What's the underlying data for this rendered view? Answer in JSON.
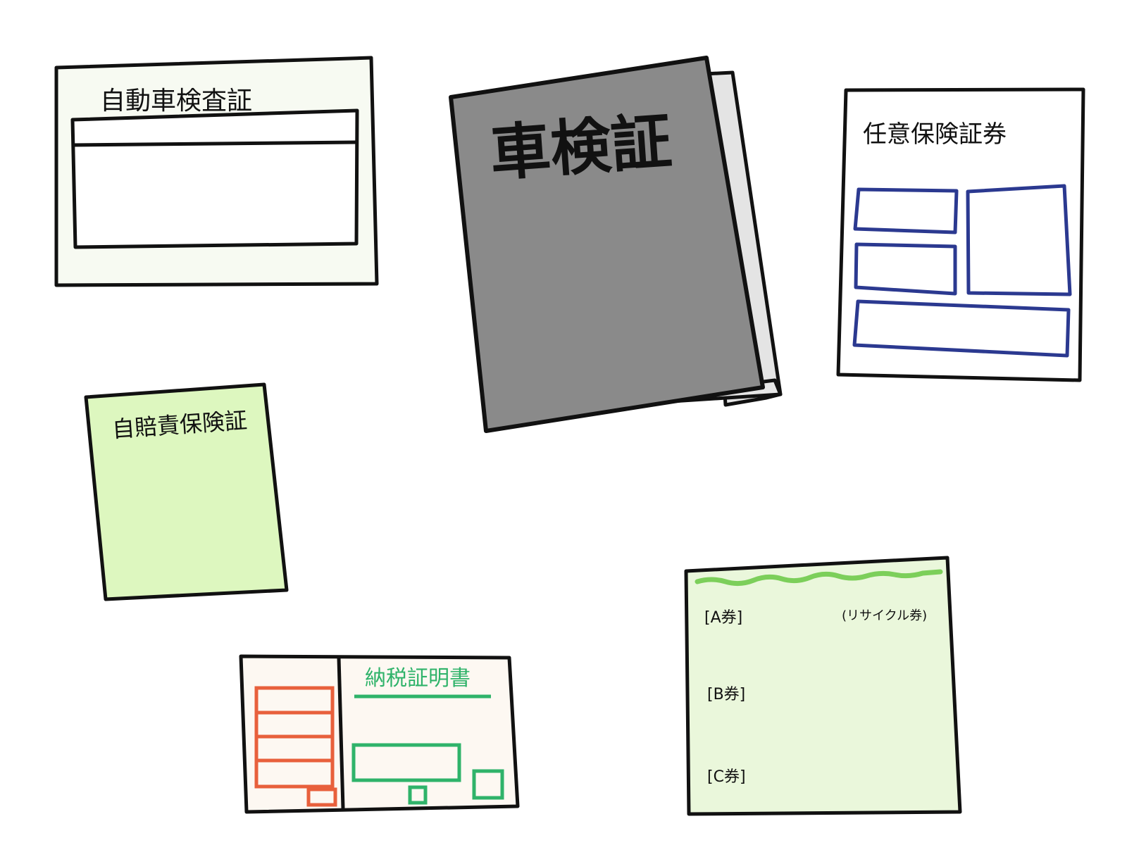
{
  "documents": {
    "inspection_certificate": {
      "title": "自動車検査証"
    },
    "shaken_book": {
      "title": "車検証"
    },
    "voluntary_insurance": {
      "title": "任意保険証券"
    },
    "compulsory_insurance": {
      "title": "自賠責保険証"
    },
    "tax_certificate": {
      "title": "納税証明書"
    },
    "recycle_ticket": {
      "a_label": "[A券]",
      "subtitle": "(リサイクル券)",
      "b_label": "[B券]",
      "c_label": "[C券]"
    }
  },
  "colors": {
    "outline": "#111111",
    "book_cover": "#8a8a8a",
    "insurance_boxes": "#2b3990",
    "compulsory_fill": "#ddf7bf",
    "tax_green": "#2fb36a",
    "tax_orange": "#e8603c",
    "recycle_fill": "#eaf7db",
    "recycle_stripe": "#7ccf5a"
  }
}
